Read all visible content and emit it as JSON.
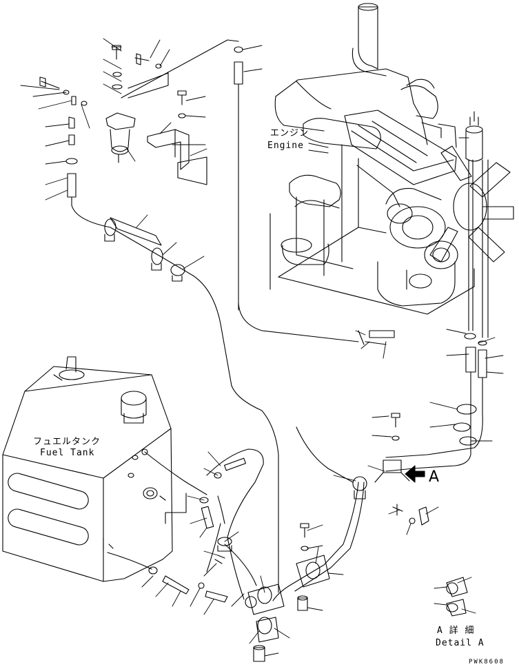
{
  "labels": {
    "engine_jp": "エンジン",
    "engine_en": "Engine",
    "fuel_tank_jp": "フュエルタンク",
    "fuel_tank_en": "Fuel Tank",
    "detail_jp": "A 詳 細",
    "detail_en": "Detail A",
    "view_arrow_letter": "A",
    "drawing_code": "PWK8608"
  }
}
